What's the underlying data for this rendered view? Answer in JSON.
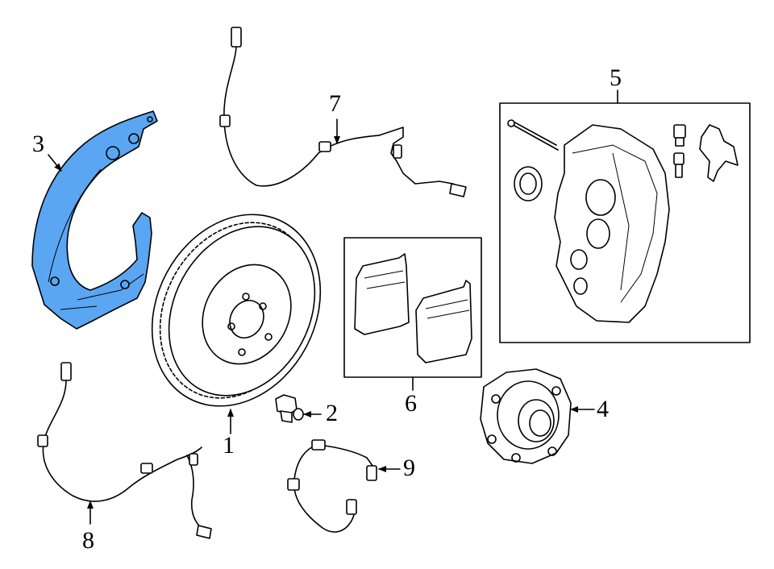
{
  "colors": {
    "highlight": "#5aa6f2",
    "line": "#000000",
    "background": "#ffffff"
  },
  "labels": [
    {
      "id": "label-1",
      "text": "1"
    },
    {
      "id": "label-2",
      "text": "2"
    },
    {
      "id": "label-3",
      "text": "3"
    },
    {
      "id": "label-4",
      "text": "4"
    },
    {
      "id": "label-5",
      "text": "5"
    },
    {
      "id": "label-6",
      "text": "6"
    },
    {
      "id": "label-7",
      "text": "7"
    },
    {
      "id": "label-8",
      "text": "8"
    },
    {
      "id": "label-9",
      "text": "9"
    }
  ]
}
